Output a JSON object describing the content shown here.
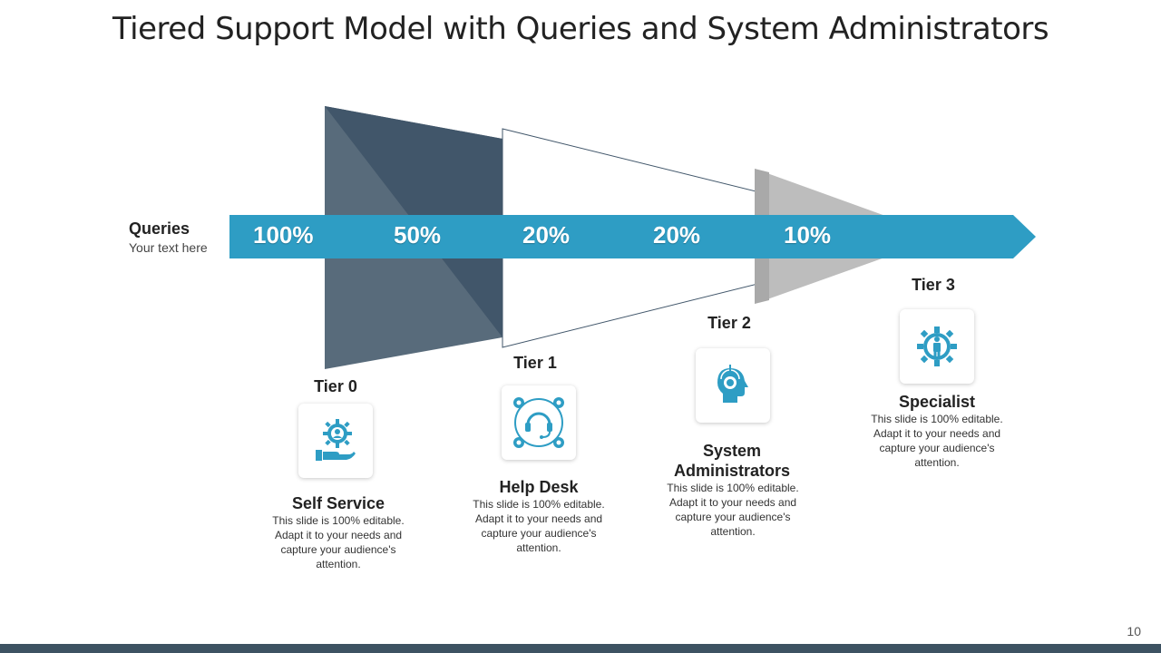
{
  "title": "Tiered Support Model with Queries and System Administrators",
  "queries": {
    "label": "Queries",
    "sub": "Your text here"
  },
  "percentages": [
    "100%",
    "50%",
    "20%",
    "20%",
    "10%"
  ],
  "tiers": [
    {
      "tier": "Tier 0",
      "name": "Self Service",
      "desc": "This slide is 100% editable. Adapt it to your needs and capture your audience's attention.",
      "icon": "self-service-icon"
    },
    {
      "tier": "Tier 1",
      "name": "Help Desk",
      "desc": "This slide is 100% editable. Adapt it to your needs and capture your audience's attention.",
      "icon": "help-desk-icon"
    },
    {
      "tier": "Tier 2",
      "name": "System Administrators",
      "desc": "This slide is 100% editable. Adapt it to your needs and capture your audience's attention.",
      "icon": "system-admin-icon"
    },
    {
      "tier": "Tier 3",
      "name": "Specialist",
      "desc": "This slide is 100% editable. Adapt it to your needs and capture your audience's attention.",
      "icon": "specialist-icon"
    }
  ],
  "page_number": "10",
  "colors": {
    "arrow": "#2e9dc4",
    "dark_slate": "#41566a",
    "mid_slate": "#586b7b",
    "gray": "#bdbdbd",
    "icon": "#2e9dc4",
    "footer": "#3d5262"
  }
}
